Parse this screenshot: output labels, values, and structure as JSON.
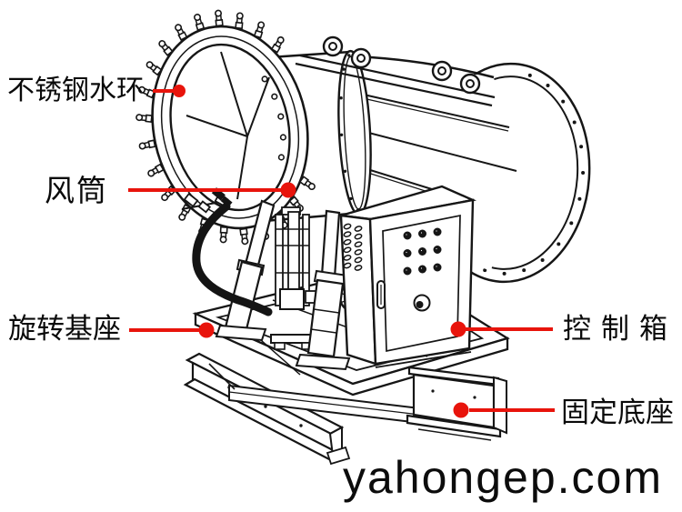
{
  "colors": {
    "annotation_red": "#e8140c",
    "line_art_ink": "#161616",
    "background": "#ffffff",
    "label_text": "#0a0a0a",
    "watermark_text": "#0c0c0c"
  },
  "annotations": [
    {
      "id": "water_ring",
      "label": "不锈钢水环",
      "target": "stainless-steel-water-ring",
      "side": "left"
    },
    {
      "id": "barrel",
      "label": "风筒",
      "target": "wind-barrel",
      "side": "left"
    },
    {
      "id": "rotating_base",
      "label": "旋转基座",
      "target": "rotating-base",
      "side": "left"
    },
    {
      "id": "control_box",
      "label": "控制箱",
      "target": "control-box",
      "side": "right"
    },
    {
      "id": "fixed_base",
      "label": "固定底座",
      "target": "fixed-base",
      "side": "right"
    }
  ],
  "watermark": {
    "text": "yahongep.com"
  }
}
